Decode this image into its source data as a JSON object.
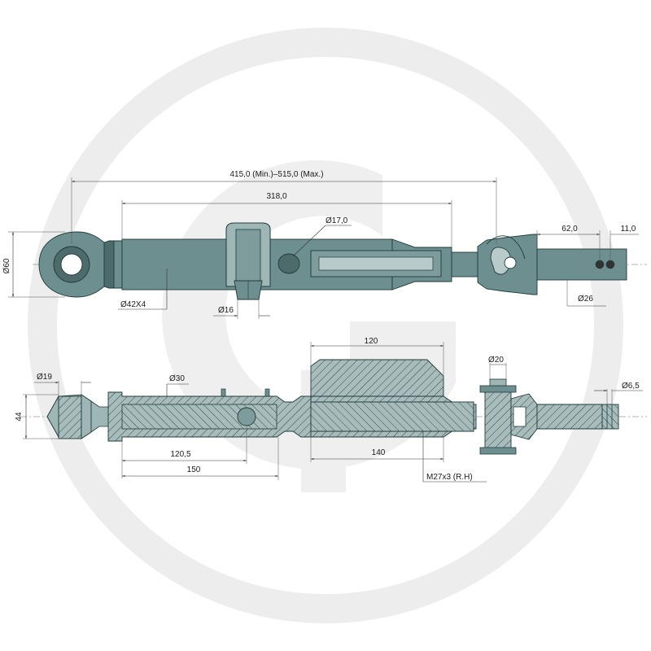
{
  "colors": {
    "watermark": "#ececec",
    "body": "#6e8f8f",
    "body_dark": "#4d6b6b",
    "body_light": "#9fb6b6",
    "hatch_bg": "#a9bcbc",
    "dimension": "#333333"
  },
  "watermark": {
    "icon": "logo-watermark"
  },
  "top_view": {
    "dim_total_length": "415,0 (Min.)–515,0 (Max.)",
    "dim_tube_length": "318,0",
    "dim_hole": "Ø17,0",
    "dim_pin_offset": "62,0",
    "dim_pin_end": "11,0",
    "dim_ball_dia": "Ø60",
    "dim_thread": "Ø42X4",
    "dim_pin": "Ø16",
    "dim_rod": "Ø26"
  },
  "section_view": {
    "dim_ball_bore": "Ø19",
    "dim_tube_dia": "Ø30",
    "dim_nut_length": "120",
    "dim_clevis_pin": "Ø20",
    "dim_end_hole": "Ø6,5",
    "dim_ball_width": "44",
    "dim_inner_length": "120,5",
    "dim_body_length": "150",
    "dim_rod_length": "140",
    "dim_thread_spec": "M27x3 (R.H)"
  }
}
